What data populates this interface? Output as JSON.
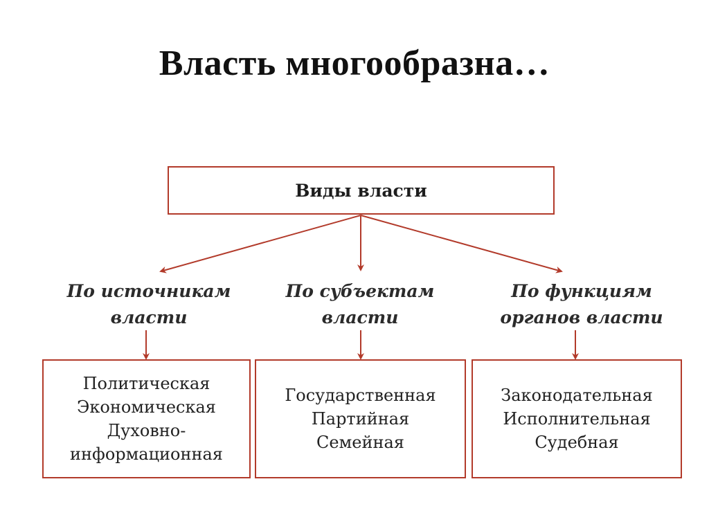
{
  "title": "Власть многообразна…",
  "colors": {
    "border": "#b23a2a",
    "arrow": "#b23a2a",
    "text": "#1a1a1a"
  },
  "diagram": {
    "root": "Виды власти",
    "branches": [
      {
        "category_lines": [
          "По источникам",
          "власти"
        ],
        "items": [
          "Политическая",
          "Экономическая",
          "Духовно-",
          "информационная"
        ]
      },
      {
        "category_lines": [
          "По субъектам",
          "власти"
        ],
        "items": [
          "Государственная",
          "Партийная",
          "Семейная"
        ]
      },
      {
        "category_lines": [
          "По функциям",
          "органов власти"
        ],
        "items": [
          "Законодательная",
          "Исполнительная",
          "Судебная"
        ]
      }
    ]
  }
}
